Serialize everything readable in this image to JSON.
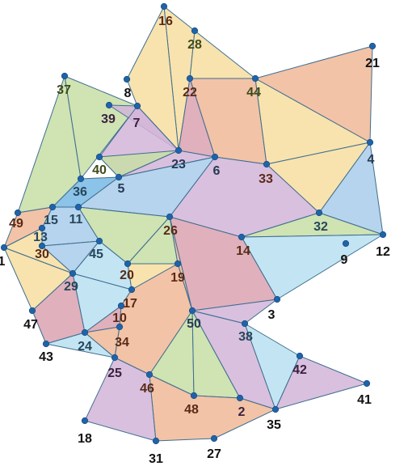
{
  "palette": {
    "edge": "#3f6e90",
    "vertex": "#1f63a8",
    "fills": {
      "peach": "#f0b896",
      "yellow": "#f7dea0",
      "green": "#c7dea6",
      "purple": "#d2b5d8",
      "lightblue": "#b9e1f1",
      "blue": "#a9cdea",
      "rose": "#dba2b0",
      "mid": "#78b8e4"
    },
    "label_colors": {
      "black": "#111111",
      "navy": "#243a55",
      "brown": "#5a2a17",
      "olive": "#3f4a1a",
      "plum": "#3b2140",
      "teal": "#26475c"
    }
  },
  "vertices": [
    {
      "id": "1",
      "label": "1",
      "color": "black"
    },
    {
      "id": "2",
      "label": "2",
      "color": "plum"
    },
    {
      "id": "3",
      "label": "3",
      "color": "black"
    },
    {
      "id": "4",
      "label": "4",
      "color": "navy"
    },
    {
      "id": "5",
      "label": "5",
      "color": "navy"
    },
    {
      "id": "6",
      "label": "6",
      "color": "navy"
    },
    {
      "id": "7",
      "label": "7",
      "color": "plum"
    },
    {
      "id": "8",
      "label": "8",
      "color": "black"
    },
    {
      "id": "9",
      "label": "9",
      "color": "black"
    },
    {
      "id": "10",
      "label": "10",
      "color": "brown"
    },
    {
      "id": "11",
      "label": "11",
      "color": "teal"
    },
    {
      "id": "12",
      "label": "12",
      "color": "black"
    },
    {
      "id": "13",
      "label": "13",
      "color": "teal"
    },
    {
      "id": "14",
      "label": "14",
      "color": "brown"
    },
    {
      "id": "15",
      "label": "15",
      "color": "teal"
    },
    {
      "id": "16",
      "label": "16",
      "color": "brown"
    },
    {
      "id": "17",
      "label": "17",
      "color": "brown"
    },
    {
      "id": "18",
      "label": "18",
      "color": "black"
    },
    {
      "id": "19",
      "label": "19",
      "color": "brown"
    },
    {
      "id": "20",
      "label": "20",
      "color": "brown"
    },
    {
      "id": "21",
      "label": "21",
      "color": "black"
    },
    {
      "id": "22",
      "label": "22",
      "color": "brown"
    },
    {
      "id": "23",
      "label": "23",
      "color": "navy"
    },
    {
      "id": "24",
      "label": "24",
      "color": "teal"
    },
    {
      "id": "25",
      "label": "25",
      "color": "plum"
    },
    {
      "id": "26",
      "label": "26",
      "color": "brown"
    },
    {
      "id": "27",
      "label": "27",
      "color": "black"
    },
    {
      "id": "28",
      "label": "28",
      "color": "olive"
    },
    {
      "id": "29",
      "label": "29",
      "color": "teal"
    },
    {
      "id": "30",
      "label": "30",
      "color": "brown"
    },
    {
      "id": "31",
      "label": "31",
      "color": "black"
    },
    {
      "id": "32",
      "label": "32",
      "color": "teal"
    },
    {
      "id": "33",
      "label": "33",
      "color": "brown"
    },
    {
      "id": "34",
      "label": "34",
      "color": "brown"
    },
    {
      "id": "35",
      "label": "35",
      "color": "black"
    },
    {
      "id": "36",
      "label": "36",
      "color": "teal"
    },
    {
      "id": "37",
      "label": "37",
      "color": "olive"
    },
    {
      "id": "38",
      "label": "38",
      "color": "teal"
    },
    {
      "id": "39",
      "label": "39",
      "color": "plum"
    },
    {
      "id": "40",
      "label": "40",
      "color": "olive"
    },
    {
      "id": "41",
      "label": "41",
      "color": "black"
    },
    {
      "id": "42",
      "label": "42",
      "color": "plum"
    },
    {
      "id": "43",
      "label": "43",
      "color": "black"
    },
    {
      "id": "44",
      "label": "44",
      "color": "olive"
    },
    {
      "id": "45",
      "label": "45",
      "color": "teal"
    },
    {
      "id": "46",
      "label": "46",
      "color": "brown"
    },
    {
      "id": "47",
      "label": "47",
      "color": "black"
    },
    {
      "id": "48",
      "label": "48",
      "color": "brown"
    },
    {
      "id": "49",
      "label": "49",
      "color": "brown"
    },
    {
      "id": "50",
      "label": "50",
      "color": "navy"
    }
  ],
  "faces": [
    {
      "v": [
        "16",
        "28",
        "22",
        "23"
      ],
      "fill": "yellow"
    },
    {
      "v": [
        "16",
        "8",
        "7",
        "23"
      ],
      "fill": "yellow"
    },
    {
      "v": [
        "28",
        "44",
        "22"
      ],
      "fill": "yellow"
    },
    {
      "v": [
        "22",
        "44",
        "33",
        "6"
      ],
      "fill": "peach"
    },
    {
      "v": [
        "22",
        "23",
        "6"
      ],
      "fill": "rose"
    },
    {
      "v": [
        "44",
        "21",
        "4"
      ],
      "fill": "peach"
    },
    {
      "v": [
        "44",
        "4",
        "33"
      ],
      "fill": "yellow"
    },
    {
      "v": [
        "4",
        "32",
        "33"
      ],
      "fill": "yellow"
    },
    {
      "v": [
        "4",
        "12",
        "32"
      ],
      "fill": "blue"
    },
    {
      "v": [
        "37",
        "7",
        "36"
      ],
      "fill": "green"
    },
    {
      "v": [
        "37",
        "36",
        "15",
        "49"
      ],
      "fill": "green"
    },
    {
      "v": [
        "7",
        "39",
        "23"
      ],
      "fill": "purple"
    },
    {
      "v": [
        "7",
        "23",
        "5",
        "40"
      ],
      "fill": "purple"
    },
    {
      "v": [
        "40",
        "23",
        "5"
      ],
      "fill": "green"
    },
    {
      "v": [
        "5",
        "23",
        "6"
      ],
      "fill": "purple"
    },
    {
      "v": [
        "5",
        "6",
        "26",
        "11"
      ],
      "fill": "blue"
    },
    {
      "v": [
        "6",
        "33",
        "32",
        "14",
        "26"
      ],
      "fill": "purple"
    },
    {
      "v": [
        "14",
        "32",
        "12"
      ],
      "fill": "green"
    },
    {
      "v": [
        "14",
        "12",
        "3"
      ],
      "fill": "lightblue"
    },
    {
      "v": [
        "14",
        "3",
        "50",
        "26"
      ],
      "fill": "rose"
    },
    {
      "v": [
        "26",
        "50",
        "19"
      ],
      "fill": "peach"
    },
    {
      "v": [
        "26",
        "19",
        "20"
      ],
      "fill": "green"
    },
    {
      "v": [
        "26",
        "20",
        "45",
        "11"
      ],
      "fill": "green"
    },
    {
      "v": [
        "36",
        "5",
        "11",
        "15"
      ],
      "fill": "mid"
    },
    {
      "v": [
        "49",
        "15",
        "13",
        "1"
      ],
      "fill": "peach"
    },
    {
      "v": [
        "1",
        "13",
        "30",
        "29"
      ],
      "fill": "yellow"
    },
    {
      "v": [
        "1",
        "29",
        "47"
      ],
      "fill": "yellow"
    },
    {
      "v": [
        "13",
        "15",
        "11",
        "45",
        "30"
      ],
      "fill": "blue"
    },
    {
      "v": [
        "30",
        "45",
        "29"
      ],
      "fill": "blue"
    },
    {
      "v": [
        "29",
        "45",
        "20",
        "17"
      ],
      "fill": "lightblue"
    },
    {
      "v": [
        "29",
        "17",
        "10",
        "24"
      ],
      "fill": "lightblue"
    },
    {
      "v": [
        "47",
        "29",
        "24",
        "43"
      ],
      "fill": "rose"
    },
    {
      "v": [
        "43",
        "24",
        "25"
      ],
      "fill": "lightblue"
    },
    {
      "v": [
        "24",
        "10",
        "34"
      ],
      "fill": "rose"
    },
    {
      "v": [
        "24",
        "34",
        "25"
      ],
      "fill": "peach"
    },
    {
      "v": [
        "20",
        "19",
        "17"
      ],
      "fill": "yellow"
    },
    {
      "v": [
        "17",
        "19",
        "50",
        "46",
        "25",
        "34",
        "10"
      ],
      "fill": "peach"
    },
    {
      "v": [
        "50",
        "48",
        "46"
      ],
      "fill": "green"
    },
    {
      "v": [
        "50",
        "2",
        "48"
      ],
      "fill": "green"
    },
    {
      "v": [
        "50",
        "38",
        "35",
        "2"
      ],
      "fill": "purple"
    },
    {
      "v": [
        "50",
        "3",
        "38"
      ],
      "fill": "purple"
    },
    {
      "v": [
        "38",
        "42",
        "35"
      ],
      "fill": "lightblue"
    },
    {
      "v": [
        "35",
        "42",
        "41"
      ],
      "fill": "purple"
    },
    {
      "v": [
        "25",
        "46",
        "31",
        "18"
      ],
      "fill": "purple"
    },
    {
      "v": [
        "46",
        "48",
        "2",
        "35",
        "27",
        "31"
      ],
      "fill": "peach"
    }
  ]
}
